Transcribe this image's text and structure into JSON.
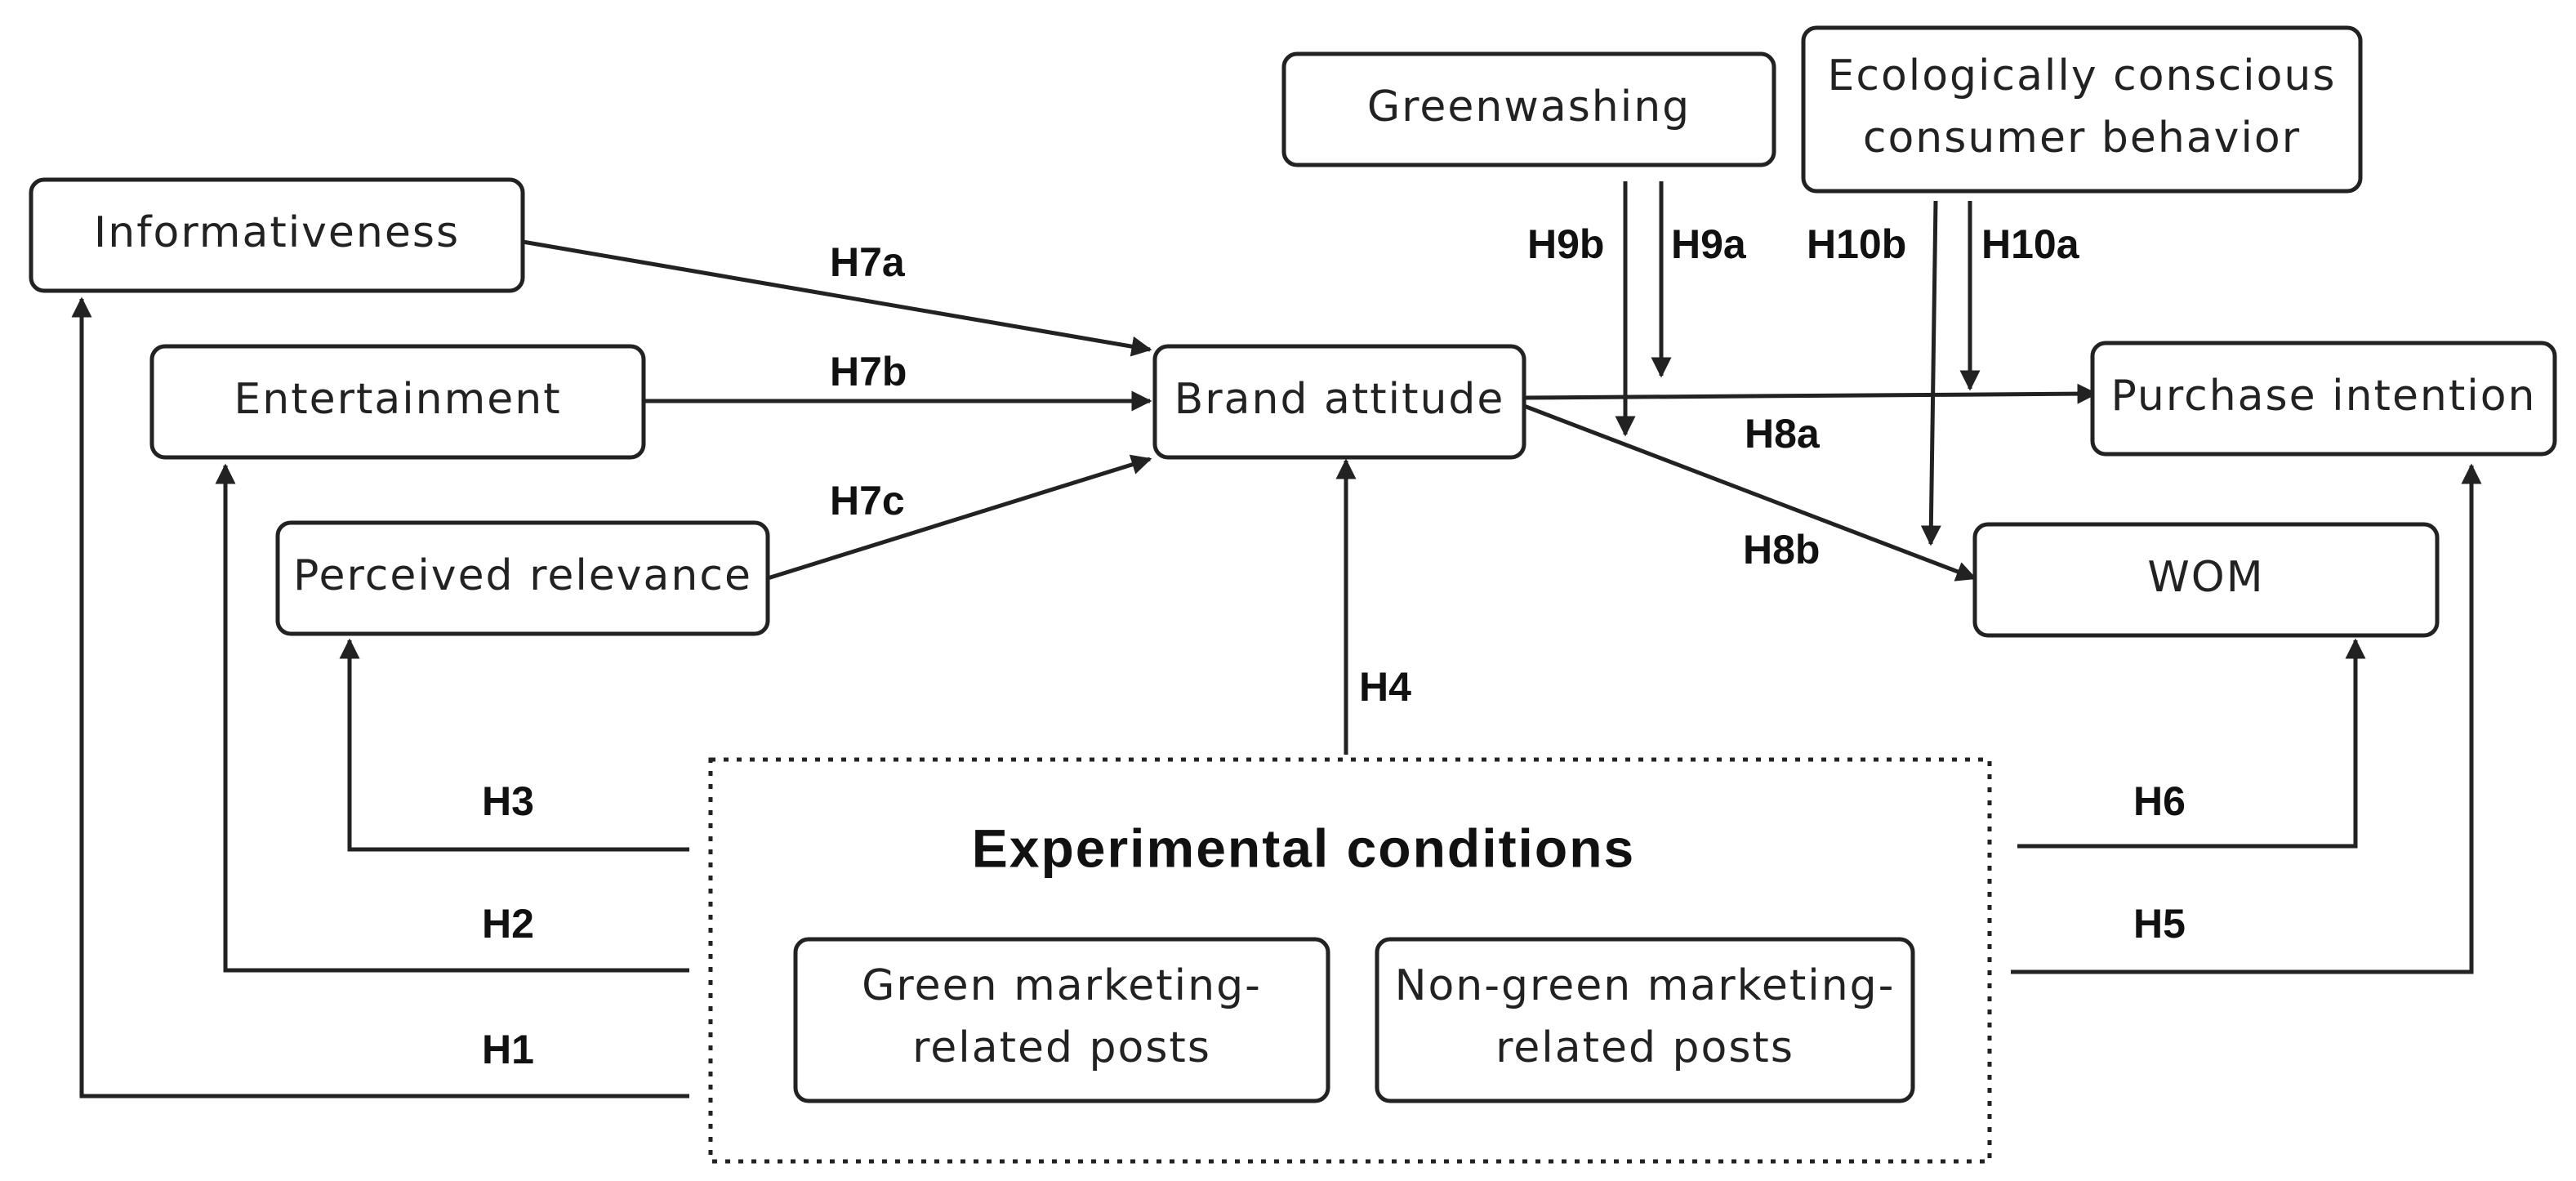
{
  "diagram": {
    "nodes": {
      "informativeness": "Informativeness",
      "entertainment": "Entertainment",
      "perceived_relevance": "Perceived relevance",
      "brand_attitude": "Brand attitude",
      "greenwashing": "Greenwashing",
      "ecological_line1": "Ecologically conscious",
      "ecological_line2": "consumer behavior",
      "purchase_intention": "Purchase intention",
      "wom": "WOM",
      "experimental_conditions": "Experimental conditions",
      "green_posts_line1": "Green marketing-",
      "green_posts_line2": "related posts",
      "nongreen_posts_line1": "Non-green marketing-",
      "nongreen_posts_line2": "related posts"
    },
    "hypotheses": {
      "h1": "H1",
      "h2": "H2",
      "h3": "H3",
      "h4": "H4",
      "h5": "H5",
      "h6": "H6",
      "h7a": "H7a",
      "h7b": "H7b",
      "h7c": "H7c",
      "h8a": "H8a",
      "h8b": "H8b",
      "h9a": "H9a",
      "h9b": "H9b",
      "h10a": "H10a",
      "h10b": "H10b"
    }
  }
}
